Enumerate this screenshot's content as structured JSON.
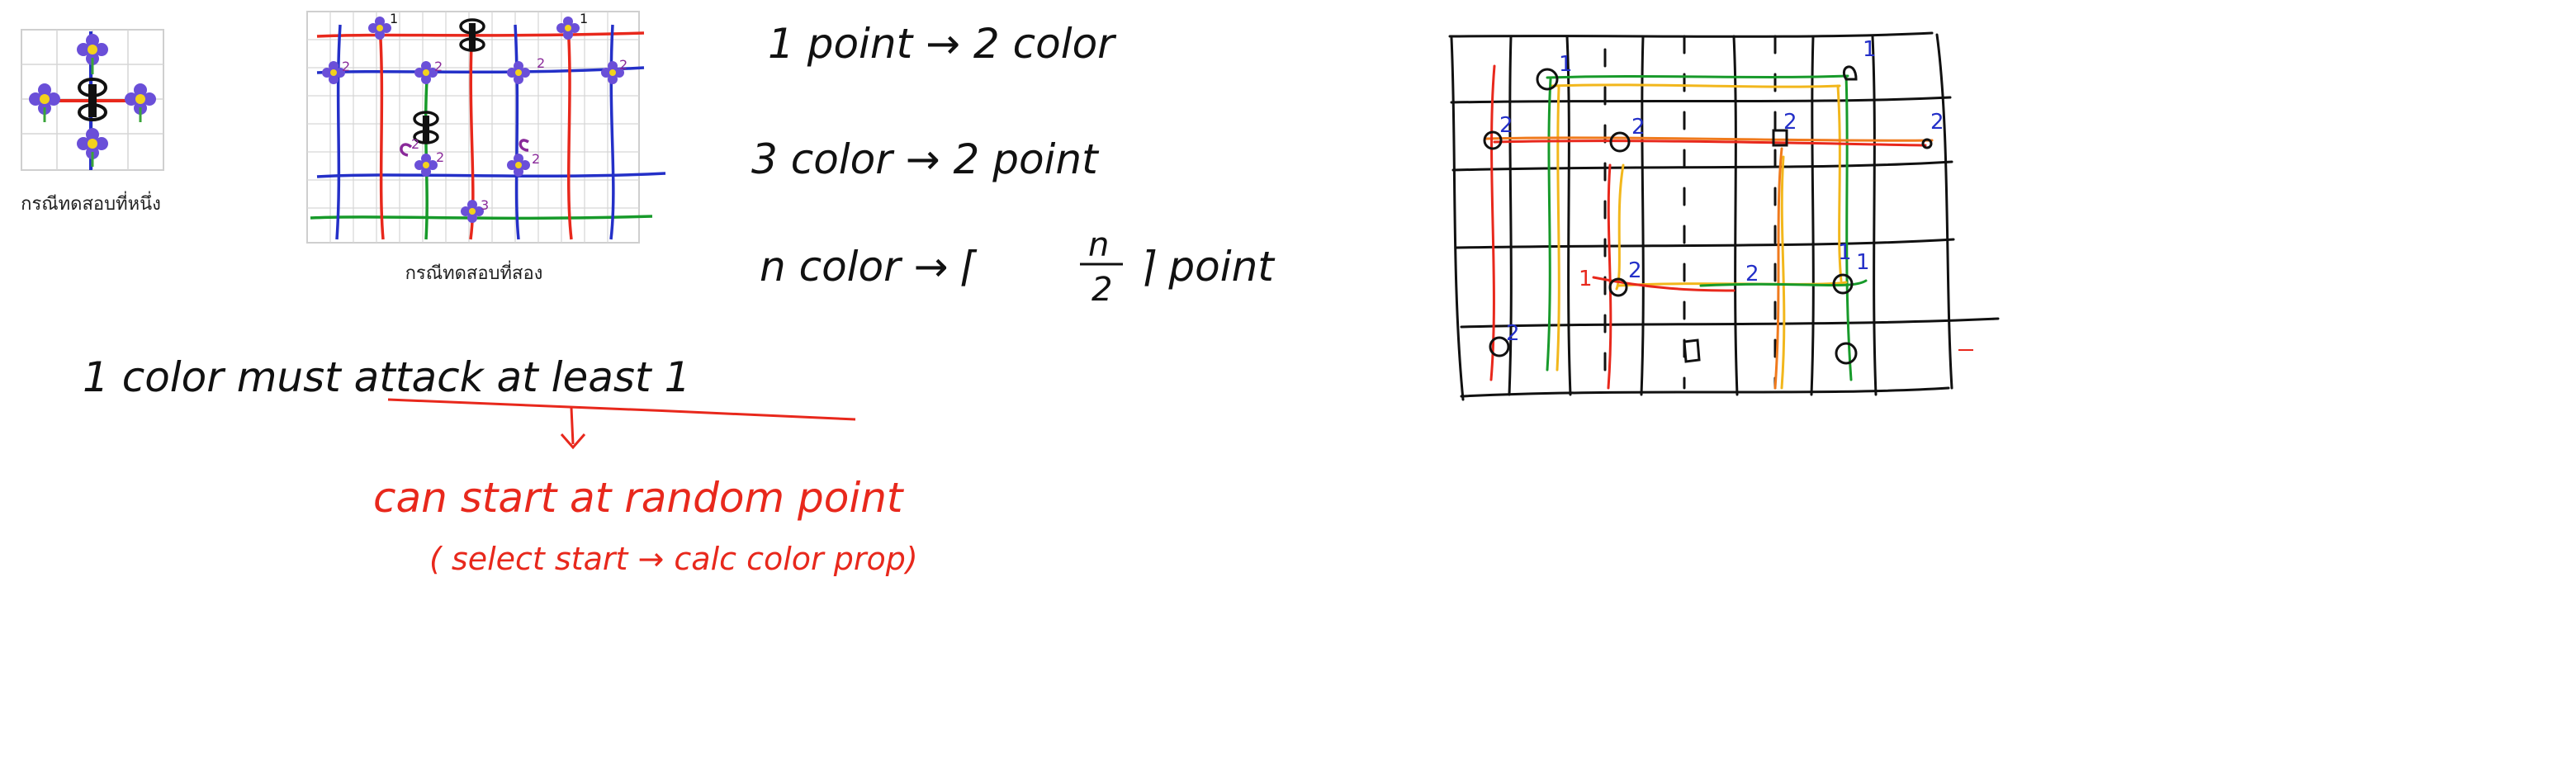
{
  "colors": {
    "ink": "#111111",
    "red": "#e8281c",
    "blue": "#2430c8",
    "green": "#179a2a",
    "yellow": "#f2b71c",
    "orange": "#f07a1c",
    "purple": "#8a2a9a",
    "grid": "#d0d0d0",
    "flower_petal": "#6a4fd8",
    "flower_center": "#f3d21c",
    "leaf": "#3aa43a"
  },
  "captions": {
    "test_case_1": "กรณีทดสอบที่หนึ่ง",
    "test_case_2": "กรณีทดสอบที่สอง"
  },
  "notes": {
    "line1": "1 point → 2 color",
    "line2": "3 color → 2 point",
    "line3_left": "n color → ⌈",
    "line3_num": "n",
    "line3_den": "2",
    "line3_right": "⌉ point",
    "line4": "1 color  must attack at least  1",
    "line5": "can start at random point",
    "line6": "( select start → calc color prop)"
  },
  "thumb2_labels": [
    "1",
    "2",
    "2",
    "2",
    "2",
    "1",
    "2",
    "2",
    "2",
    "3"
  ],
  "sketch_labels": [
    "1",
    "1",
    "2",
    "2",
    "2",
    "2",
    "2",
    "1",
    "1",
    "2",
    "2",
    "1"
  ]
}
